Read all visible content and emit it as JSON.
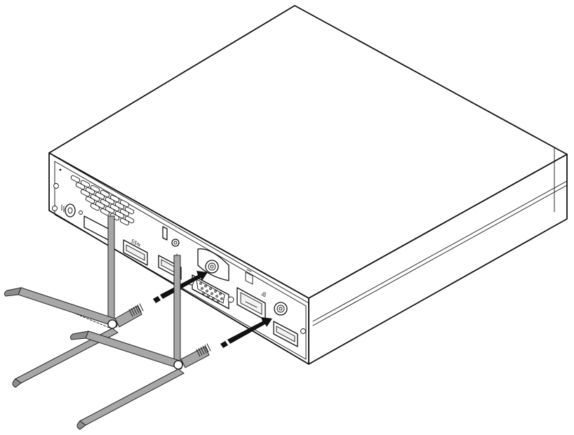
{
  "figure": {
    "subject": "small-form-factor-desktop-rear-view",
    "colors": {
      "line": "#111111",
      "antenna": "#a7a7a7",
      "background": "#ffffff"
    },
    "icons": [
      "wifi-antenna",
      "usb-3-port",
      "vga-port",
      "ethernet-port",
      "power-jack",
      "security-slot",
      "insertion-arrow"
    ]
  }
}
